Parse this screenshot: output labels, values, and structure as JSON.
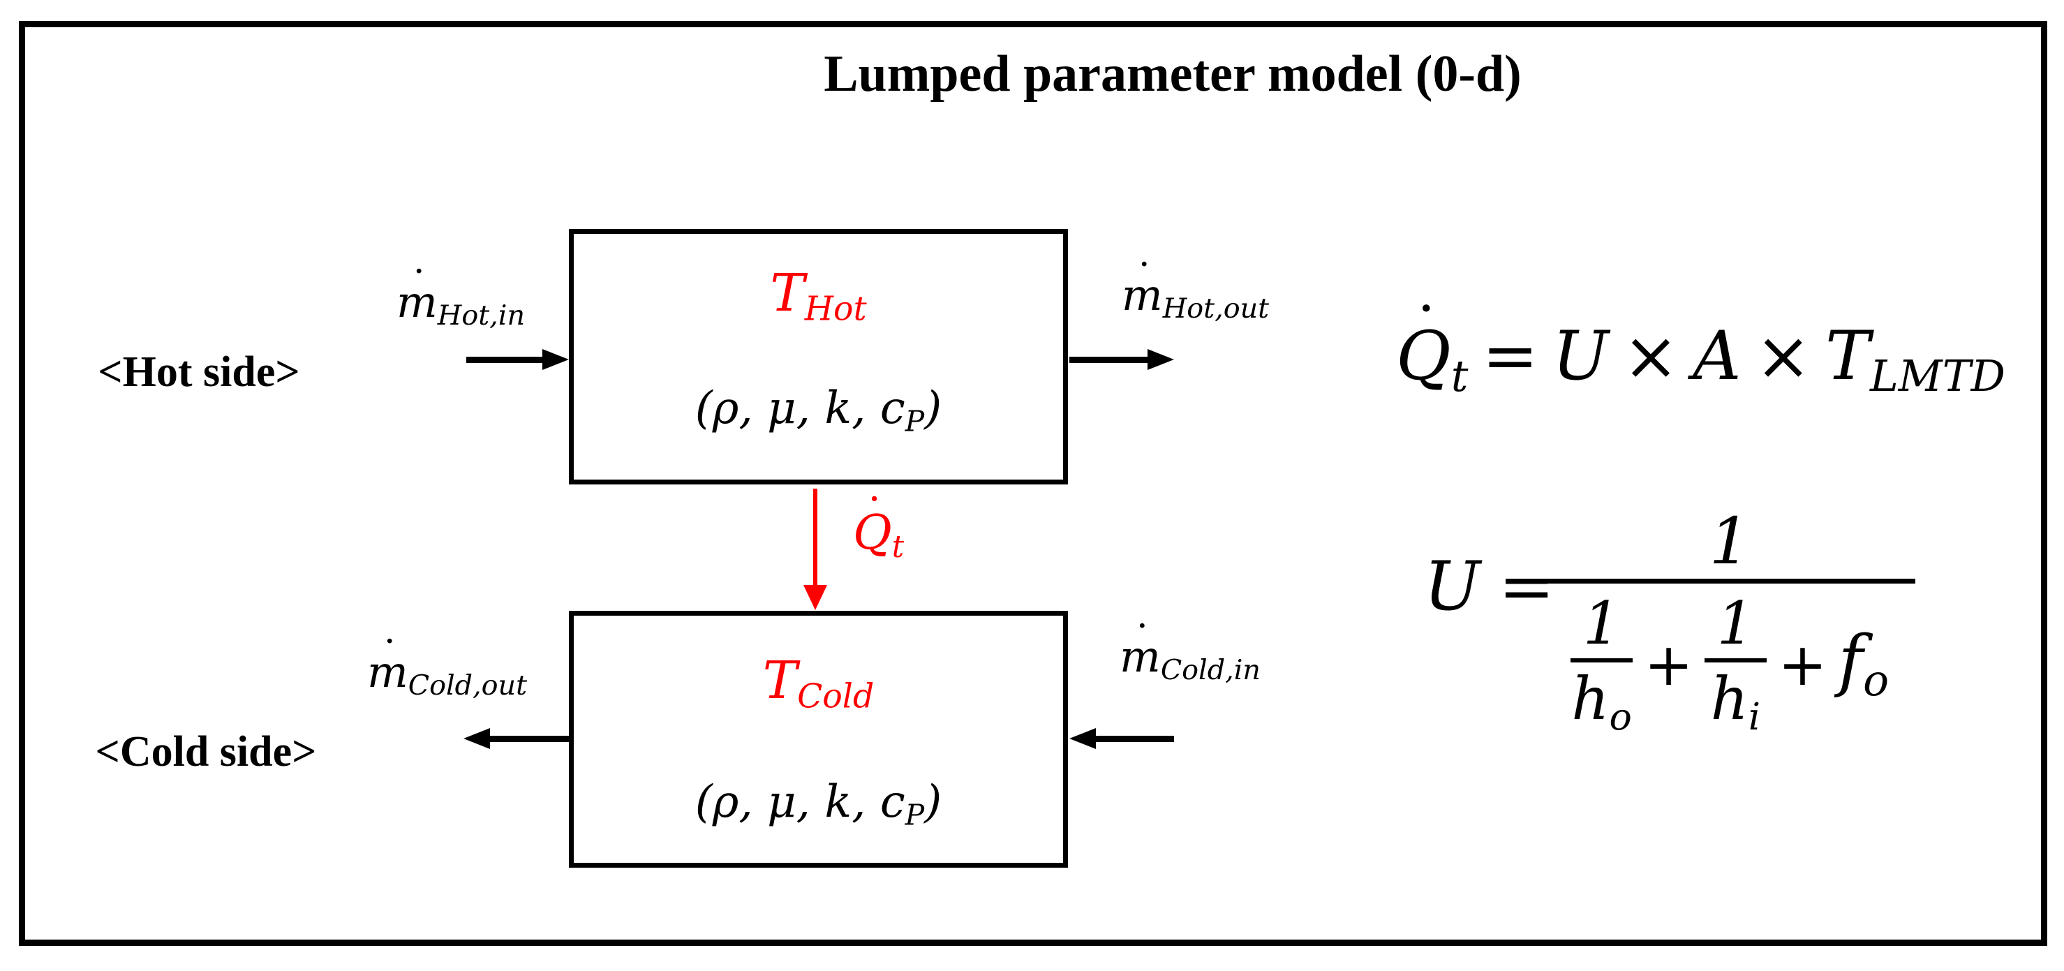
{
  "title": "Lumped parameter model (0-d)",
  "colors": {
    "accent_red": "#FF0000",
    "ink": "#000000",
    "background": "#FFFFFF"
  },
  "hot_side": {
    "label": "<Hot side>",
    "inlet": {
      "base": "m",
      "dot": "˙",
      "sub": "Hot,in"
    },
    "outlet": {
      "base": "m",
      "dot": "˙",
      "sub": "Hot,out"
    },
    "box": {
      "temp_base": "T",
      "temp_sub": "Hot",
      "props_body": "(ρ, μ, k, c",
      "props_sub": "P",
      "props_close": ")"
    }
  },
  "cold_side": {
    "label": "<Cold side>",
    "inlet": {
      "base": "m",
      "dot": "˙",
      "sub": "Cold,in"
    },
    "outlet": {
      "base": "m",
      "dot": "˙",
      "sub": "Cold,out"
    },
    "box": {
      "temp_base": "T",
      "temp_sub": "Cold",
      "props_body": "(ρ, μ, k, c",
      "props_sub": "P",
      "props_close": ")"
    }
  },
  "heat_flow": {
    "base": "Q",
    "dot": "˙",
    "sub": "t"
  },
  "equations": {
    "heat_transfer": {
      "lhs_base": "Q",
      "lhs_dot": "˙",
      "lhs_sub": "t",
      "equals": "=",
      "u": "U",
      "times1": "×",
      "a": "A",
      "times2": "×",
      "t_base": "T",
      "t_sub": "LMTD"
    },
    "overall_coefficient": {
      "u": "U",
      "equals": "=",
      "numerator": "1",
      "frac1": {
        "num": "1",
        "den_base": "h",
        "den_sub": "o"
      },
      "plus1": "+",
      "frac2": {
        "num": "1",
        "den_base": "h",
        "den_sub": "i"
      },
      "plus2": "+",
      "fouling": {
        "base": "f",
        "sub": "o"
      }
    }
  }
}
